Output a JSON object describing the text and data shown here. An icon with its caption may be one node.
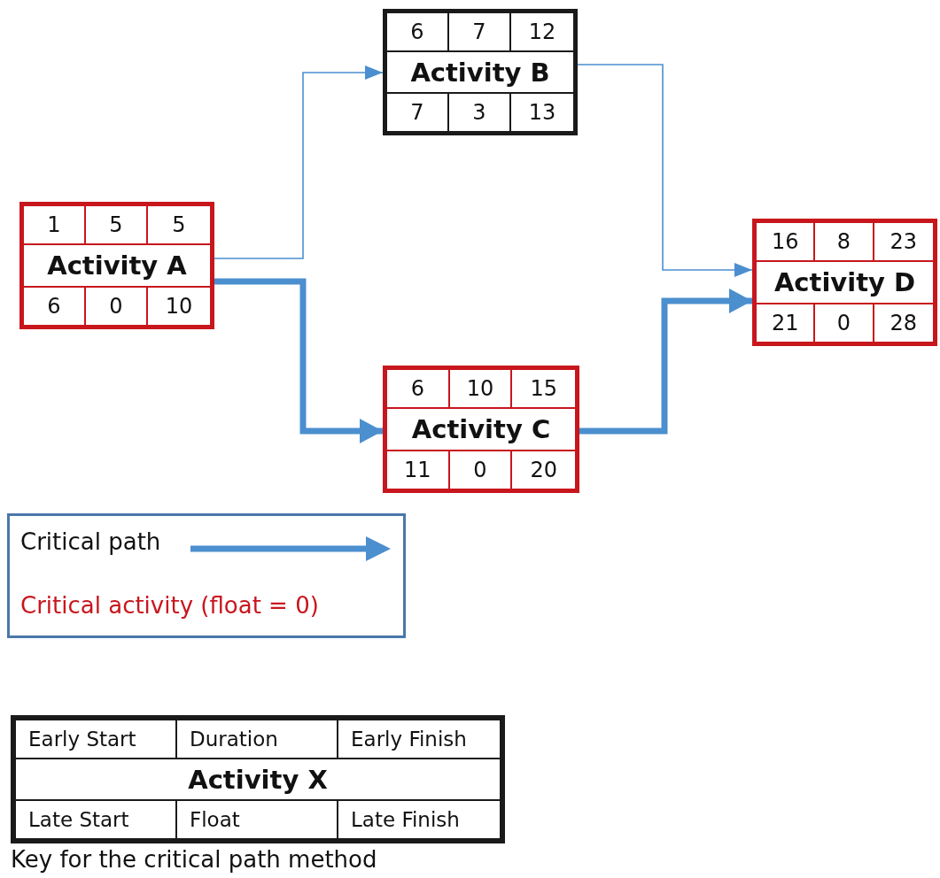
{
  "diagram": {
    "nodes": [
      {
        "text": [
          "1",
          "5",
          "5",
          "Activity A",
          "6",
          "0",
          "10"
        ]
      },
      {
        "text": [
          "6",
          "7",
          "12",
          "Activity B",
          "7",
          "3",
          "13"
        ]
      },
      {
        "text": [
          "6",
          "10",
          "15",
          "Activity C",
          "11",
          "0",
          "20"
        ]
      },
      {
        "text": [
          "16",
          "8",
          "23",
          "Activity D",
          "21",
          "0",
          "28"
        ]
      },
      {
        "text": [
          "Early Start",
          "Duration",
          "Early Finish",
          "Activity X",
          "Late Start",
          "Float",
          "Late Finish"
        ]
      }
    ],
    "edges": [
      {
        "from": 0,
        "to": 1,
        "arrow": "to"
      },
      {
        "from": 0,
        "to": 2,
        "arrow": "to",
        "style": "thick"
      },
      {
        "from": 1,
        "to": 3,
        "arrow": "to"
      },
      {
        "from": 2,
        "to": 3,
        "arrow": "to",
        "style": "thick"
      }
    ],
    "legend": [
      {
        "text": "Critical path"
      },
      {
        "text": "Critical activity (float = 0)",
        "color": "#c8161d"
      }
    ],
    "caption": "Key for the critical path method"
  }
}
